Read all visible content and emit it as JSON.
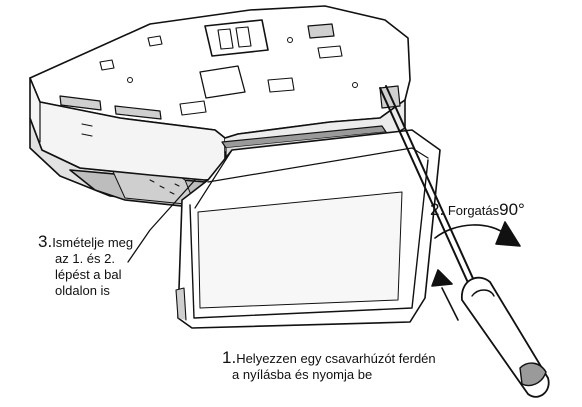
{
  "steps": {
    "step1": {
      "number": "1.",
      "line1": "Helyezzen egy csavarhúzót ferdén",
      "line2": "a nyílásba és nyomja be"
    },
    "step2": {
      "number": "2.",
      "text": "Forgatás",
      "angle": "90°"
    },
    "step3": {
      "number": "3.",
      "line1": "Ismételje meg",
      "line2": "az 1. és 2.",
      "line3": "lépést a bal",
      "line4": "oldalon is"
    }
  },
  "colors": {
    "line": "#111111",
    "fill_light": "#ffffff",
    "fill_shade": "#d9d9d9",
    "fill_dark": "#9a9a9a"
  }
}
